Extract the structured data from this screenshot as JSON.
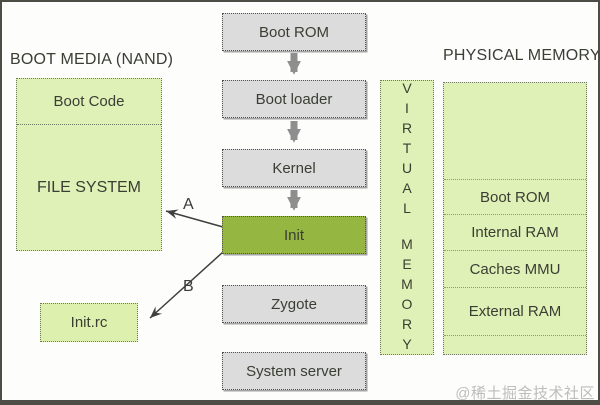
{
  "boot_media": {
    "title": "BOOT MEDIA (NAND)",
    "boot_code_label": "Boot Code",
    "file_system_label": "FILE SYSTEM",
    "init_rc_label": "Init.rc"
  },
  "boot_sequence": [
    "Boot ROM",
    "Boot loader",
    "Kernel",
    "Init",
    "Zygote",
    "System server"
  ],
  "virtual_memory": {
    "word1": "VIRTUAL",
    "word2": "MEMORY"
  },
  "physical_memory": {
    "title": "PHYSICAL MEMORY",
    "sections": [
      "",
      "Boot ROM",
      "Internal RAM",
      "Caches MMU",
      "External RAM",
      ""
    ]
  },
  "arrow_labels": {
    "a": "A",
    "b": "B"
  },
  "watermark": "@稀土掘金技术社区",
  "colors": {
    "light_green": "#dff1b7",
    "init_green": "#95b742",
    "box_gray": "#dcdcdc",
    "border_dark": "#52524a",
    "flow_arrow_gray": "#8e8e8e",
    "thin_arrow_dark": "#3f3f3f",
    "text_dark": "#3a3e33",
    "watermark_gray": "#bdbdbd"
  }
}
